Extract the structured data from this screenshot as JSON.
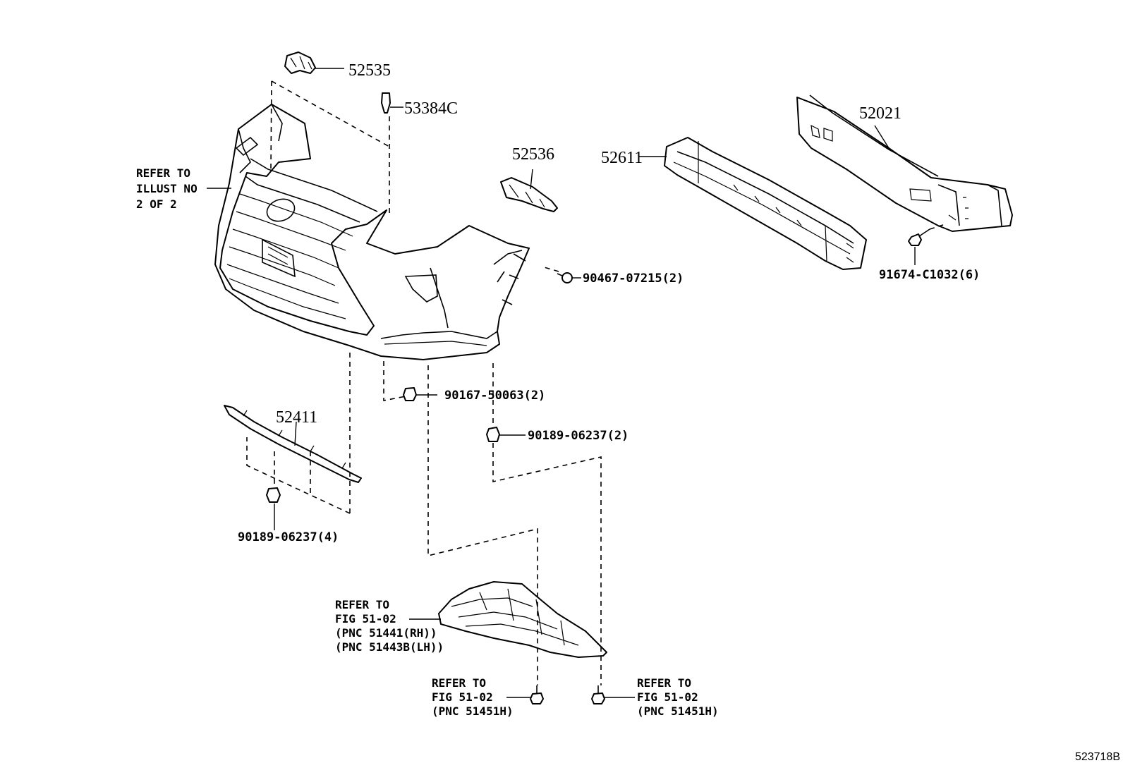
{
  "parts": {
    "p52535": "52535",
    "p53384C": "53384C",
    "p52536": "52536",
    "p52611": "52611",
    "p52021": "52021",
    "p52411": "52411",
    "p90467": "90467-07215(2)",
    "p91674": "91674-C1032(6)",
    "p90167": "90167-50063(2)",
    "p90189a": "90189-06237(2)",
    "p90189b": "90189-06237(4)"
  },
  "refs": {
    "illust": [
      "REFER TO",
      "ILLUST NO",
      "2 OF 2"
    ],
    "undercover": [
      "REFER TO",
      "FIG 51-02",
      "(PNC 51441(RH))",
      "(PNC 51443B(LH))"
    ],
    "screw_left": [
      "REFER TO",
      "FIG 51-02",
      "(PNC 51451H)"
    ],
    "screw_right": [
      "REFER TO",
      "FIG 51-02",
      "(PNC 51451H)"
    ]
  },
  "figure_id": "523718B",
  "icons": {
    "bumper": "front-bumper-cover-icon",
    "reinforcement": "bumper-reinforcement-icon",
    "absorber": "energy-absorber-icon",
    "undercover": "engine-under-cover-icon"
  }
}
